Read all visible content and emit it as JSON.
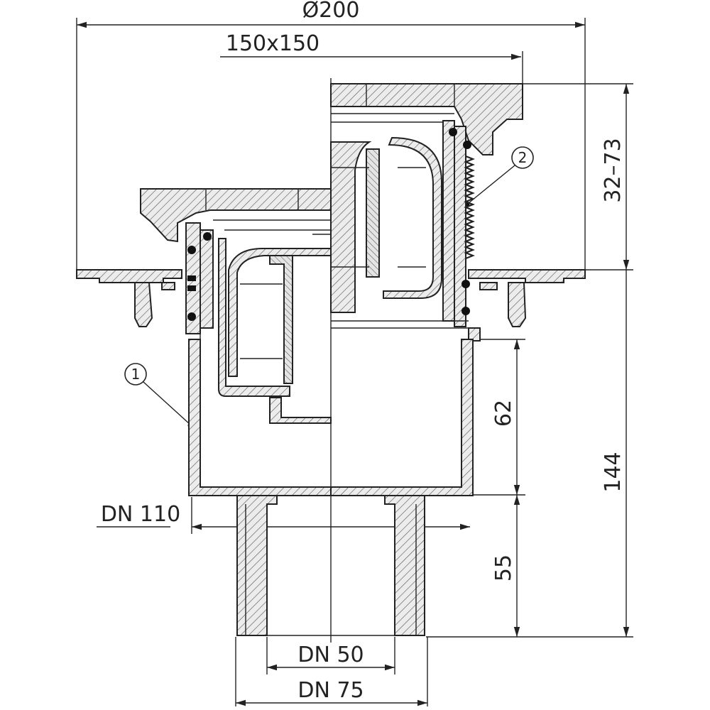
{
  "dimensions": {
    "overall_diameter": "Ø200",
    "grate_size": "150x150",
    "adjustment_range": "32–73",
    "total_height": "144",
    "body_height": "62",
    "outlet_height": "55",
    "body_dn": "DN 110",
    "inner_dn": "DN 50",
    "outer_dn": "DN 75"
  },
  "callouts": {
    "c1": "1",
    "c2": "2"
  }
}
